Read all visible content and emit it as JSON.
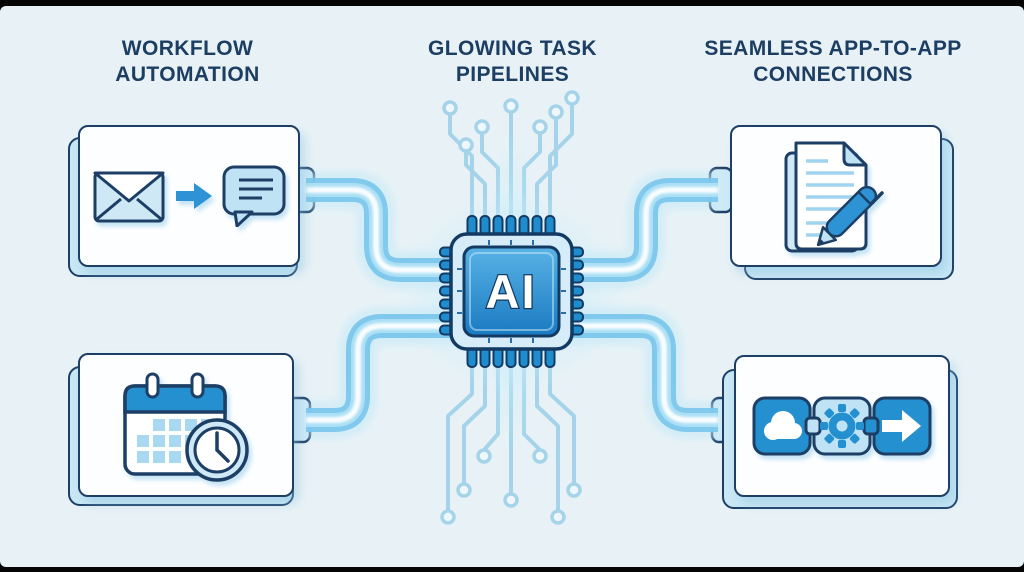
{
  "headers": {
    "left": "WORKFLOW AUTOMATION",
    "center": "GLOWING TASK PIPELINES",
    "right": "SEAMLESS APP-TO-APP CONNECTIONS",
    "text_color": "#1d3e63"
  },
  "chip": {
    "label": "AI",
    "frame_color": "#d6ecf8",
    "die_gradient_top": "#59b3e6",
    "die_gradient_bottom": "#1a7ac1",
    "pin_color": "#1f8ccd",
    "outline_color": "#123a62"
  },
  "pipes": {
    "core_color": "#ffffff",
    "body_color": "#7cc8ec",
    "glow_color": "#c4e9f8"
  },
  "palette": {
    "background": "#e8f2f6",
    "card_fill": "#fdfeff",
    "card_back_fill": "#c9e7f5",
    "navy_outline": "#1d3f66",
    "accent_blue": "#2e93d4",
    "light_blue_fill": "#bfe2f4",
    "trace_color": "#a5d4ea"
  },
  "cards": [
    {
      "icon": "email-to-chat-icon"
    },
    {
      "icon": "calendar-clock-icon"
    },
    {
      "icon": "document-pen-icon"
    },
    {
      "icon": "cloud-gear-arrow-icon"
    }
  ]
}
